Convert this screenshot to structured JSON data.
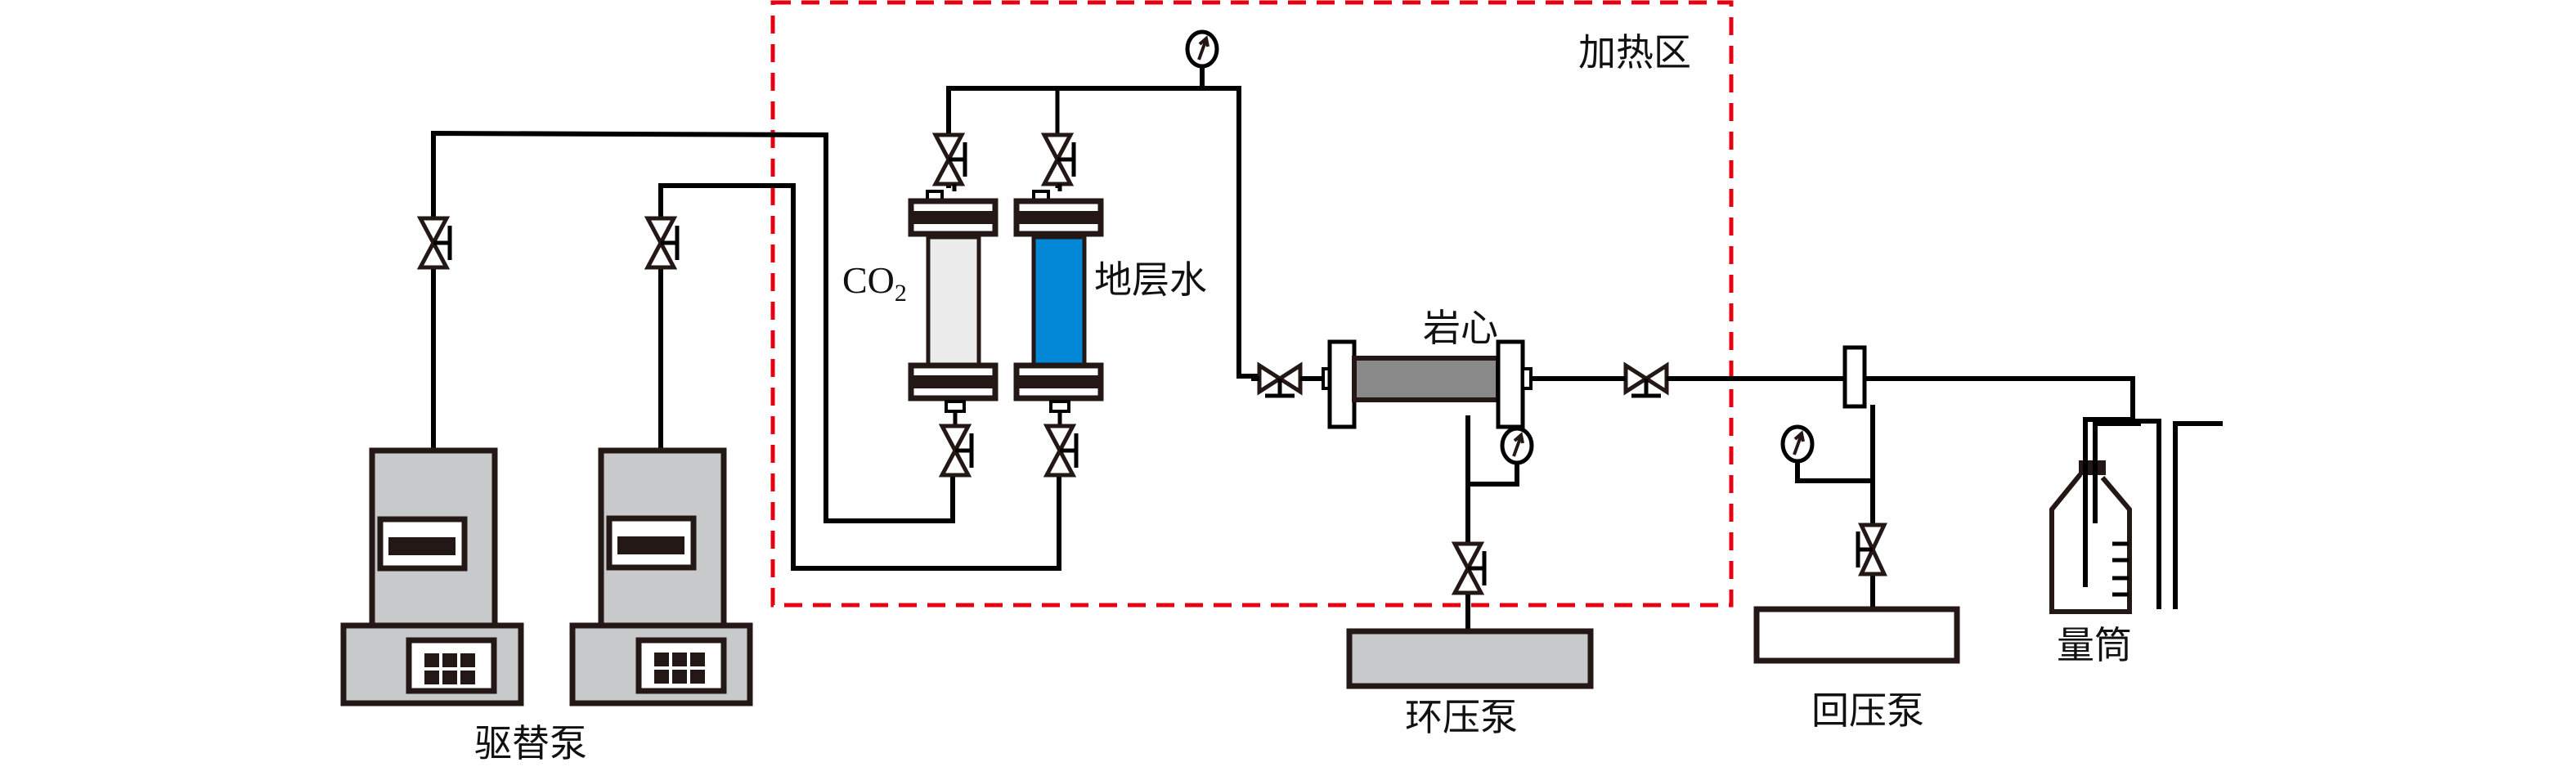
{
  "diagram": {
    "type": "CO2-brine core flooding experimental apparatus schematic",
    "heating_zone": {
      "label": "加热区",
      "border_color": "#e60012",
      "border_style": "dashed"
    },
    "labels": {
      "displacement_pumps": "驱替泵",
      "co2_vessel": "CO",
      "co2_subscript": "2",
      "brine_vessel": "地层水",
      "core": "岩心",
      "confining_pump": "环压泵",
      "back_pressure_pump": "回压泵",
      "graduated_cylinder": "量筒"
    },
    "colors": {
      "line": "#000000",
      "pump_fill": "#c8c9ca",
      "co2_fill": "#ececec",
      "brine_fill": "#0288d4",
      "core_fill": "#898989",
      "dark": "#231815",
      "heating_border": "#e60012"
    },
    "components": [
      {
        "id": "pump-1",
        "kind": "displacement-pump"
      },
      {
        "id": "pump-2",
        "kind": "displacement-pump"
      },
      {
        "id": "co2-vessel",
        "kind": "intermediate-container",
        "content": "CO2"
      },
      {
        "id": "brine-vessel",
        "kind": "intermediate-container",
        "content": "地层水"
      },
      {
        "id": "core-holder",
        "kind": "core-holder",
        "content": "岩心"
      },
      {
        "id": "confining-pump",
        "kind": "pump",
        "label": "环压泵"
      },
      {
        "id": "back-pressure-pump",
        "kind": "pump",
        "label": "回压泵"
      },
      {
        "id": "back-pressure-valve",
        "kind": "bpr"
      },
      {
        "id": "graduated-cylinder",
        "kind": "collector",
        "label": "量筒"
      }
    ],
    "valves_count": 11,
    "pressure_gauges_count": 3
  }
}
